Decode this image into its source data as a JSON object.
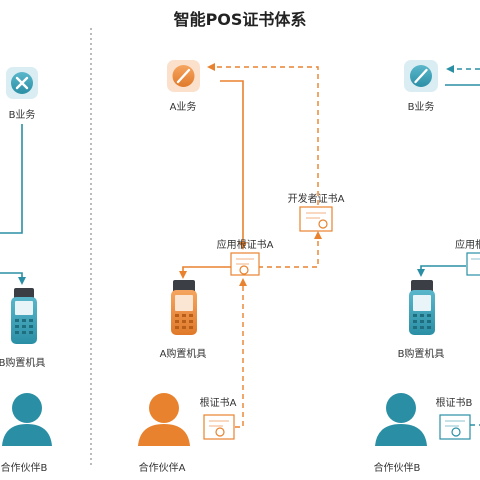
{
  "title": "智能POS证书体系",
  "labels": {
    "b_business_left": "B业务",
    "a_business": "A业务",
    "b_business_right": "B业务",
    "developer_cert": "开发者证书A",
    "app_root_cert_a": "应用根证书A",
    "app_root_cert_right": "应用根",
    "b_pos_left": "B购置机具",
    "a_pos": "A购置机具",
    "b_pos_right": "B购置机具",
    "root_cert_a": "根证书A",
    "root_cert_b": "根证书B",
    "partner_b_left": "合作伙伴B",
    "partner_a": "合作伙伴A",
    "partner_b_right": "合作伙伴B"
  },
  "colors": {
    "orange": "#E8822E",
    "teal": "#2A8FA5",
    "gray_divider": "#BBBBBB"
  },
  "icons": [
    "x-circle-icon",
    "pencil-app-icon",
    "pos-terminal-icon",
    "certificate-icon",
    "person-icon"
  ]
}
